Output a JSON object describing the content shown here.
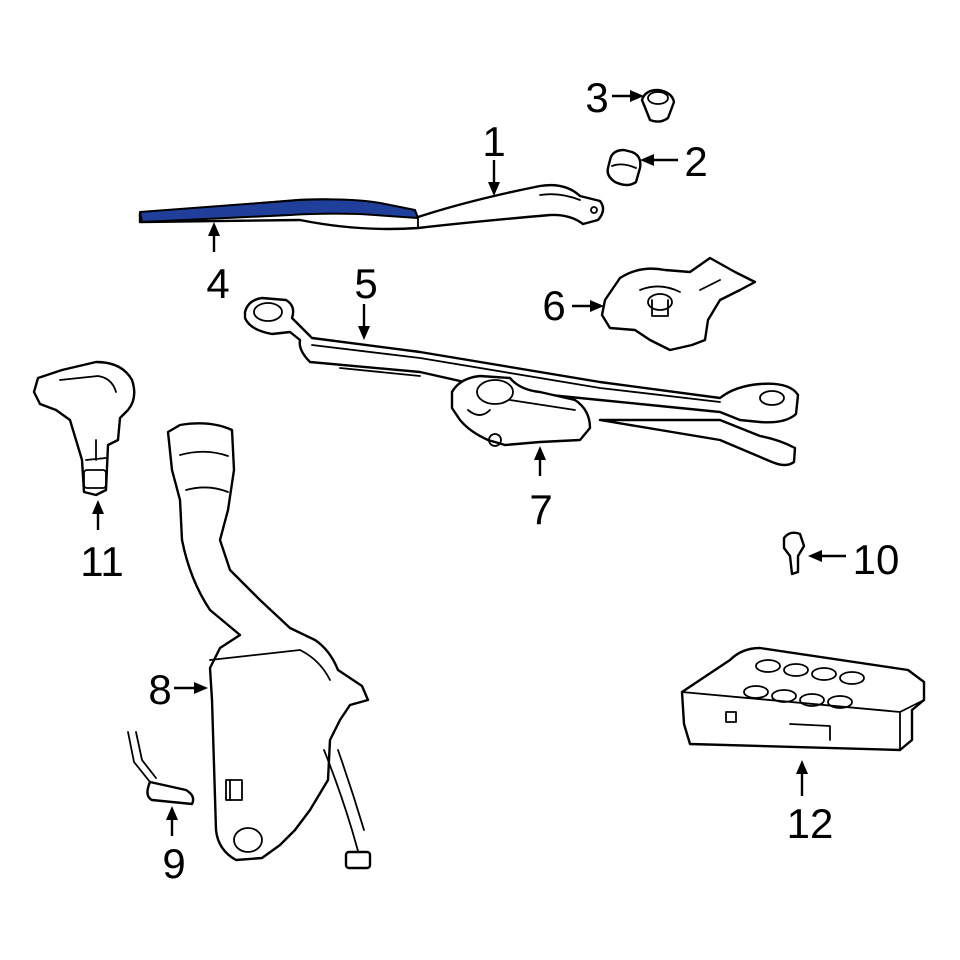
{
  "diagram": {
    "highlight_color": "#1f3f9a",
    "callouts": {
      "c1": "1",
      "c2": "2",
      "c3": "3",
      "c4": "4",
      "c5": "5",
      "c6": "6",
      "c7": "7",
      "c8": "8",
      "c9": "9",
      "c10": "10",
      "c11": "11",
      "c12": "12"
    }
  }
}
